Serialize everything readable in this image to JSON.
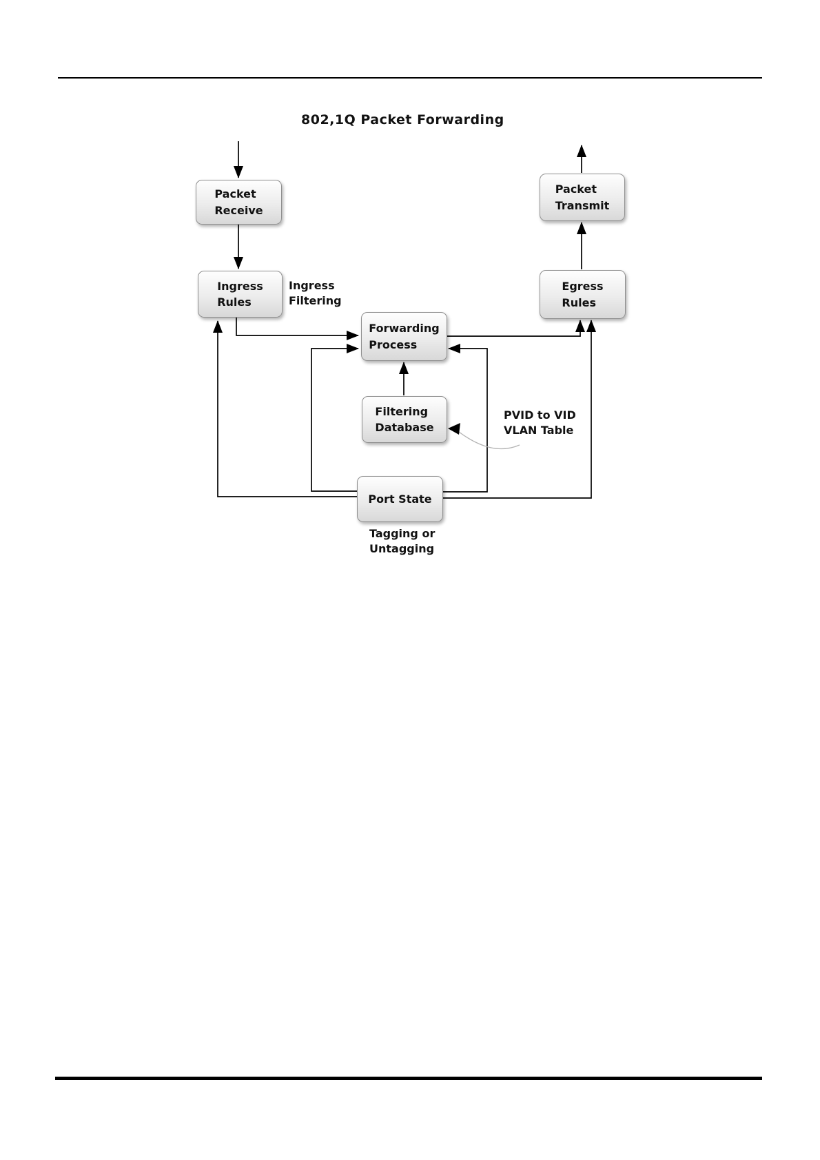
{
  "diagram": {
    "title": "802,1Q Packet Forwarding",
    "nodes": {
      "packet_receive": {
        "label": "Packet\nReceive"
      },
      "ingress_rules": {
        "label": "Ingress\nRules"
      },
      "forwarding_process": {
        "label": "Forwarding\nProcess"
      },
      "filtering_database": {
        "label": "Filtering\nDatabase"
      },
      "port_state": {
        "label": "Port State"
      },
      "packet_transmit": {
        "label": "Packet\nTransmit"
      },
      "egress_rules": {
        "label": "Egress\nRules"
      }
    },
    "annotations": {
      "ingress_filtering": "Ingress\nFiltering",
      "pvid_table": "PVID to VID\nVLAN Table",
      "tagging": "Tagging or\nUntagging"
    },
    "colors": {
      "background": "#ffffff",
      "rule": "#000000",
      "connector": "#000000",
      "annotation_connector": "#b3b3b3",
      "box_border": "#8f8f8f",
      "box_fill_top": "#fefefe",
      "box_fill_bottom": "#d8d8d8",
      "text": "#111111"
    }
  }
}
